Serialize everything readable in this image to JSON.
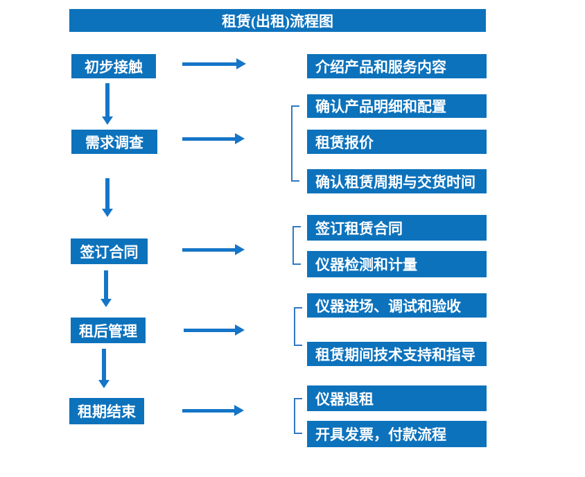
{
  "title": "租赁(出租)流程图",
  "colors": {
    "box_blue": "#0d72bc",
    "arrow_blue": "#1575c8",
    "bracket_blue": "#3178c0",
    "text_white": "#ffffff"
  },
  "steps": [
    {
      "label": "初步接触",
      "outputs": [
        "介绍产品和服务内容"
      ]
    },
    {
      "label": "需求调查",
      "outputs": [
        "确认产品明细和配置",
        "租赁报价",
        "确认租赁周期与交货时间"
      ]
    },
    {
      "label": "签订合同",
      "outputs": [
        "签订租赁合同",
        "仪器检测和计量"
      ]
    },
    {
      "label": "租后管理",
      "outputs": [
        "仪器进场、调试和验收",
        "租赁期间技术支持和指导"
      ]
    },
    {
      "label": "租期结束",
      "outputs": [
        "仪器退租",
        "开具发票，付款流程"
      ]
    }
  ]
}
